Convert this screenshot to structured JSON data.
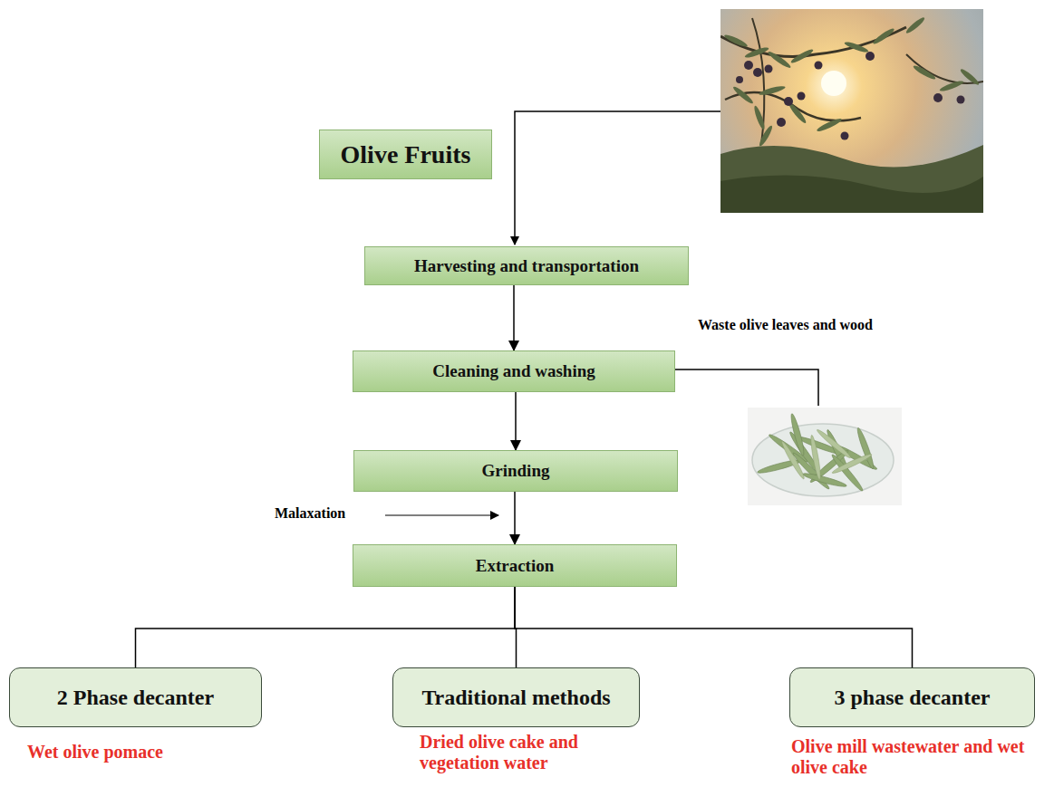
{
  "diagram": {
    "nodes": [
      {
        "text": [
          "Olive Fruits"
        ]
      },
      {
        "text": [
          "Harvesting and transportation"
        ]
      },
      {
        "text": [
          "Cleaning and washing"
        ]
      },
      {
        "text": [
          "Grinding"
        ]
      },
      {
        "text": [
          "Extraction"
        ]
      },
      {
        "text": [
          "2 Phase decanter"
        ]
      },
      {
        "text": [
          "Traditional methods"
        ]
      },
      {
        "text": [
          "3 phase decanter"
        ]
      }
    ],
    "edges": [
      {
        "from": 1,
        "to": 2,
        "arrow": "to"
      },
      {
        "from": 2,
        "to": 3,
        "arrow": "to"
      },
      {
        "from": 3,
        "to": 4,
        "arrow": "to"
      },
      {
        "from": 4,
        "to": 5,
        "arrow": "none"
      },
      {
        "from": 4,
        "to": 6,
        "arrow": "none"
      },
      {
        "from": 4,
        "to": 7,
        "arrow": "none"
      }
    ],
    "labels": [
      "Waste olive leaves and wood",
      "Malaxation",
      "Wet olive pomace",
      "Dried olive cake and vegetation water",
      "Olive mill wastewater and wet olive cake"
    ]
  }
}
